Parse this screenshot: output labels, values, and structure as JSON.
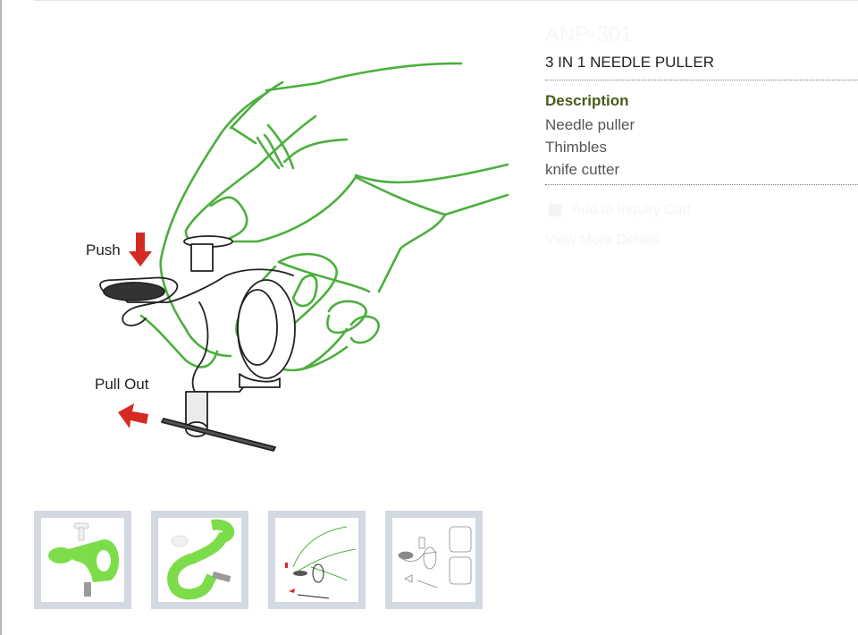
{
  "product": {
    "sku": "ANP-301",
    "title": "3 IN 1 NEEDLE PULLER",
    "description_heading": "Description",
    "description_items": [
      "Needle puller",
      "Thimbles",
      "knife cutter"
    ],
    "add_to_cart_label": "Add to Inquiry Cart",
    "view_more_label": "View More Details",
    "cart_icon": "cart-icon"
  },
  "main_image": {
    "alt": "Hand using 3 in 1 needle puller illustration",
    "push_label": "Push",
    "pull_out_label": "Pull Out"
  },
  "thumbnails": [
    {
      "label": "Green needle puller front view"
    },
    {
      "label": "Green needle puller side view"
    },
    {
      "label": "Hand usage illustration"
    },
    {
      "label": "Push and pull out diagram"
    }
  ],
  "colors": {
    "hand_outline": "#4caf3e",
    "arrow_red": "#d42a22",
    "product_green": "#7ddc4a",
    "heading_olive": "#4a5a1a",
    "thumb_frame": "#d3d9e2"
  }
}
